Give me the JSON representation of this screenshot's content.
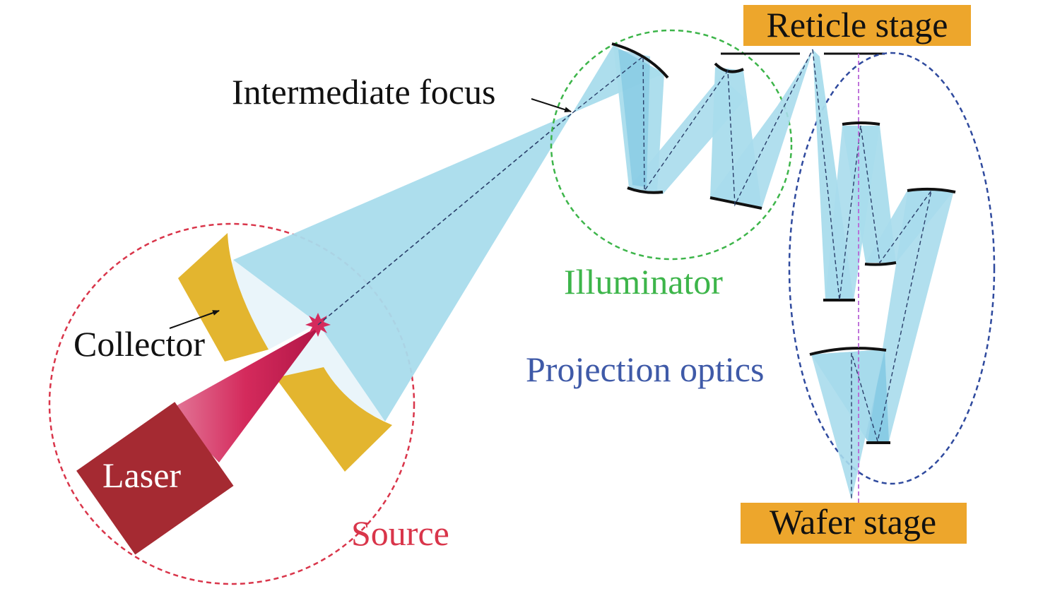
{
  "labels": {
    "intermediate_focus": "Intermediate focus",
    "collector": "Collector",
    "laser": "Laser",
    "source": "Source",
    "illuminator": "Illuminator",
    "projection_optics": "Projection optics",
    "reticle_stage": "Reticle stage",
    "wafer_stage": "Wafer stage"
  },
  "colors": {
    "beam": "#a9dcec",
    "beam_dark": "#7cc5e1",
    "collector": "#e3b52f",
    "laser": "#a52a32",
    "laser_beam": "#d42a5c",
    "stage_box": "#eda62c",
    "source_circle": "#d9354a",
    "illuminator_circle": "#3db54a",
    "projection_circle": "#2f4a9e",
    "axis_line": "#b865d6"
  }
}
